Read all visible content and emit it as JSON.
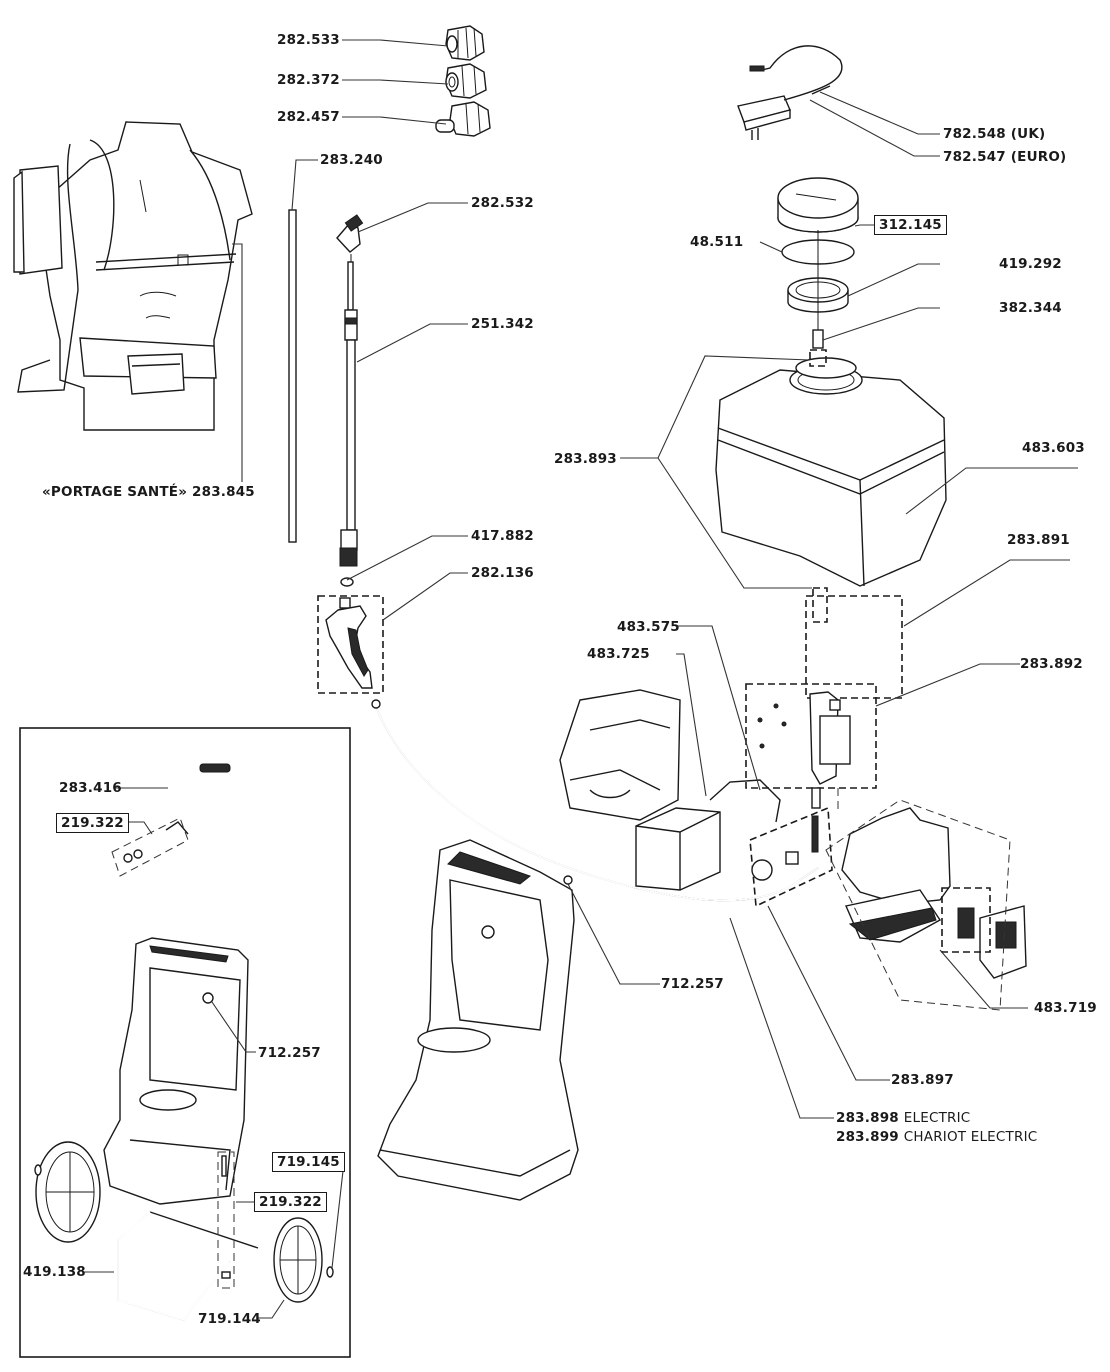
{
  "diagram": {
    "type": "exploded-parts-view",
    "labels": {
      "nozzle_1": "282.533",
      "nozzle_2": "282.372",
      "nozzle_3": "282.457",
      "rod": "283.240",
      "angled_nozzle": "282.532",
      "lance": "251.342",
      "harness": "«PORTAGE SANTÉ» 283.845",
      "washer": "417.882",
      "handle_trigger": "282.136",
      "charger_uk": "782.548 (UK)",
      "charger_euro": "782.547 (EURO)",
      "cap": "312.145",
      "o_ring": "48.511",
      "ring_nut": "419.292",
      "filter": "382.344",
      "valve_kit": "283.893",
      "tank": "483.603",
      "hose_kit": "283.891",
      "cable": "483.575",
      "battery": "483.725",
      "pump_kit": "283.892",
      "screw_backpack": "712.257",
      "electronics": "483.719",
      "connector_kit": "283.897",
      "hose_electric_code": "283.898",
      "hose_electric_text": "ELECTRIC",
      "hose_chariot_code": "283.899",
      "hose_chariot_text": "CHARIOT ELECTRIC",
      "trolley_handle": "283.416",
      "trolley_hardware_top": "219.322",
      "trolley_screw": "712.257",
      "trolley_clip": "719.145",
      "trolley_hardware_bottom": "219.322",
      "trolley_axle_frame": "419.138",
      "trolley_wheel": "719.144"
    },
    "boxed_labels": [
      "312.145",
      "219.322",
      "719.145"
    ]
  }
}
